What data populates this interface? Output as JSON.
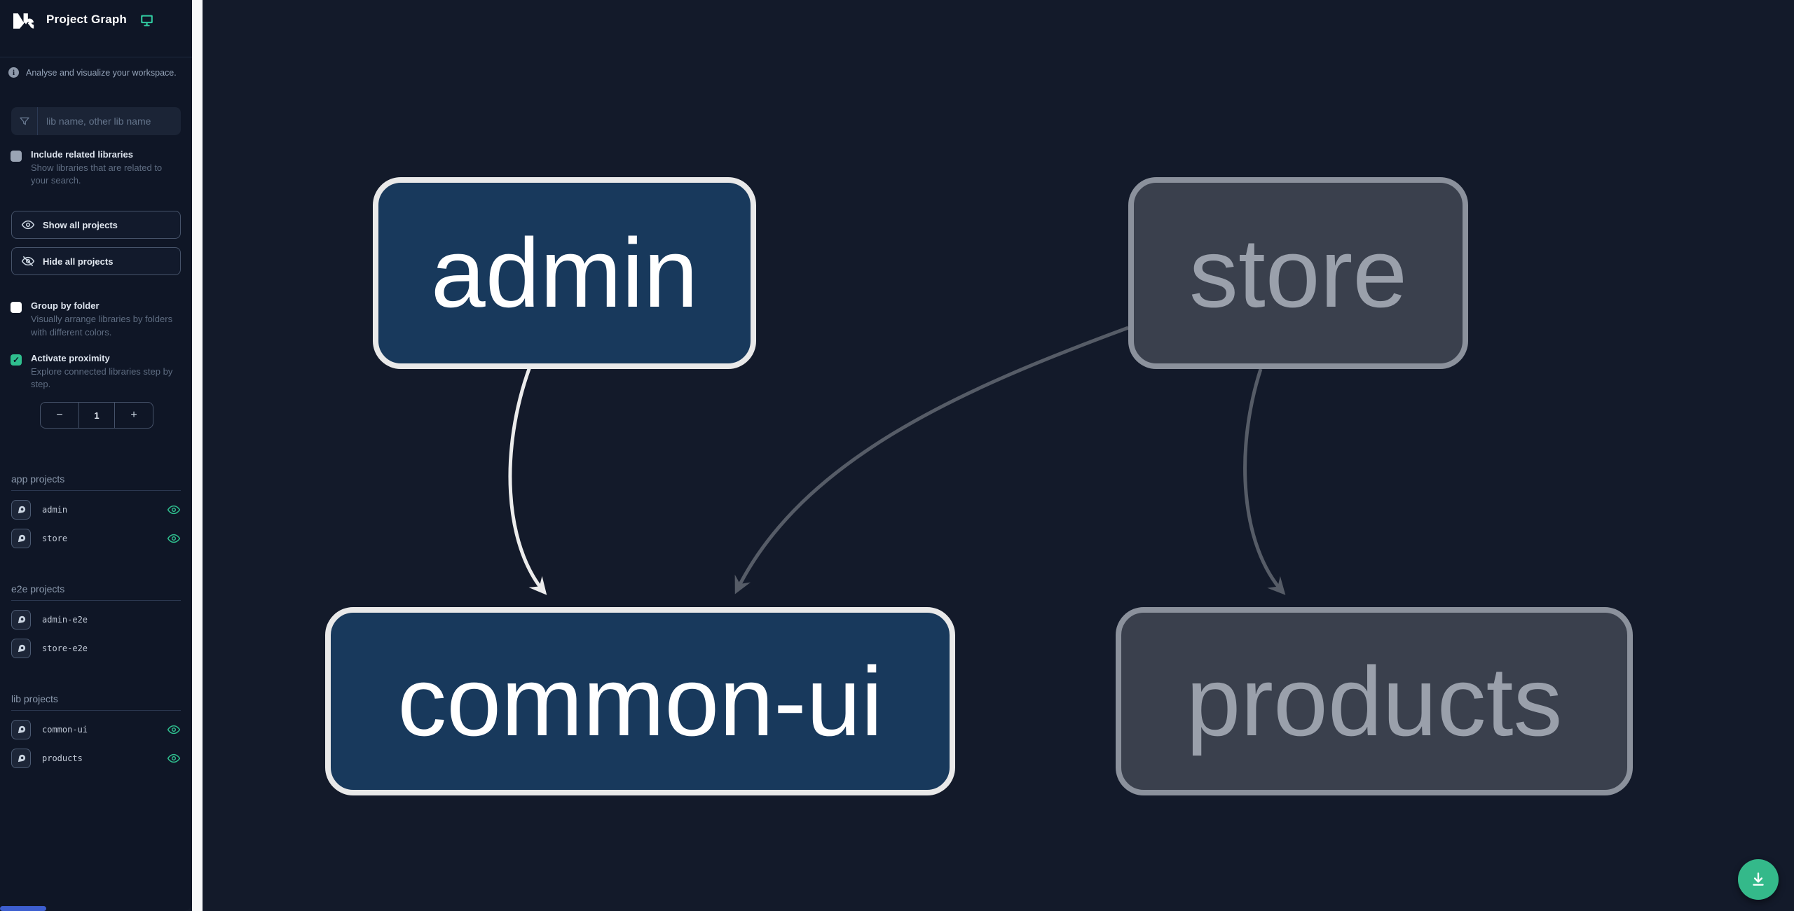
{
  "app": {
    "title": "Project Graph"
  },
  "colors": {
    "accent_teal": "#2fbe8e",
    "download_button": "#34b98a",
    "sidebar_bg": "#0f1626",
    "canvas_bg": "#131a2a",
    "node_focused_bg": "#18395c",
    "node_focused_border": "#e9e9e9",
    "node_unfocused_bg": "#3a404d",
    "node_unfocused_border": "#8b919c",
    "edge_affected": "#ececec",
    "edge_default": "#565c67"
  },
  "sidebar": {
    "tagline": "Analyse and visualize your workspace.",
    "search": {
      "placeholder": "lib name, other lib name"
    },
    "controls": {
      "include_related": {
        "label": "Include related libraries",
        "description": "Show libraries that are related to your search.",
        "state": "indeterminate"
      },
      "show_all_label": "Show all projects",
      "hide_all_label": "Hide all projects",
      "group_by_folder": {
        "label": "Group by folder",
        "description": "Visually arrange libraries by folders with different colors.",
        "state": "unchecked"
      },
      "activate_proximity": {
        "label": "Activate proximity",
        "description": "Explore connected libraries step by step.",
        "state": "checked",
        "check_glyph": "✓"
      }
    },
    "proximity_stepper": {
      "decrement": "−",
      "value": "1",
      "increment": "+"
    },
    "sections": [
      {
        "title": "app projects",
        "items": [
          {
            "name": "admin",
            "visible": true
          },
          {
            "name": "store",
            "visible": true
          }
        ]
      },
      {
        "title": "e2e projects",
        "items": [
          {
            "name": "admin-e2e",
            "visible": false
          },
          {
            "name": "store-e2e",
            "visible": false
          }
        ]
      },
      {
        "title": "lib projects",
        "items": [
          {
            "name": "common-ui",
            "visible": true
          },
          {
            "name": "products",
            "visible": true
          }
        ]
      }
    ]
  },
  "graph": {
    "nodes": [
      {
        "id": "admin",
        "label": "admin",
        "state": "focused"
      },
      {
        "id": "store",
        "label": "store",
        "state": "unfocused"
      },
      {
        "id": "common-ui",
        "label": "common-ui",
        "state": "focused"
      },
      {
        "id": "products",
        "label": "products",
        "state": "unfocused"
      }
    ],
    "edges": [
      {
        "source": "admin",
        "target": "common-ui",
        "color": "#ececec"
      },
      {
        "source": "store",
        "target": "common-ui",
        "color": "#565c67"
      },
      {
        "source": "store",
        "target": "products",
        "color": "#565c67"
      }
    ]
  }
}
